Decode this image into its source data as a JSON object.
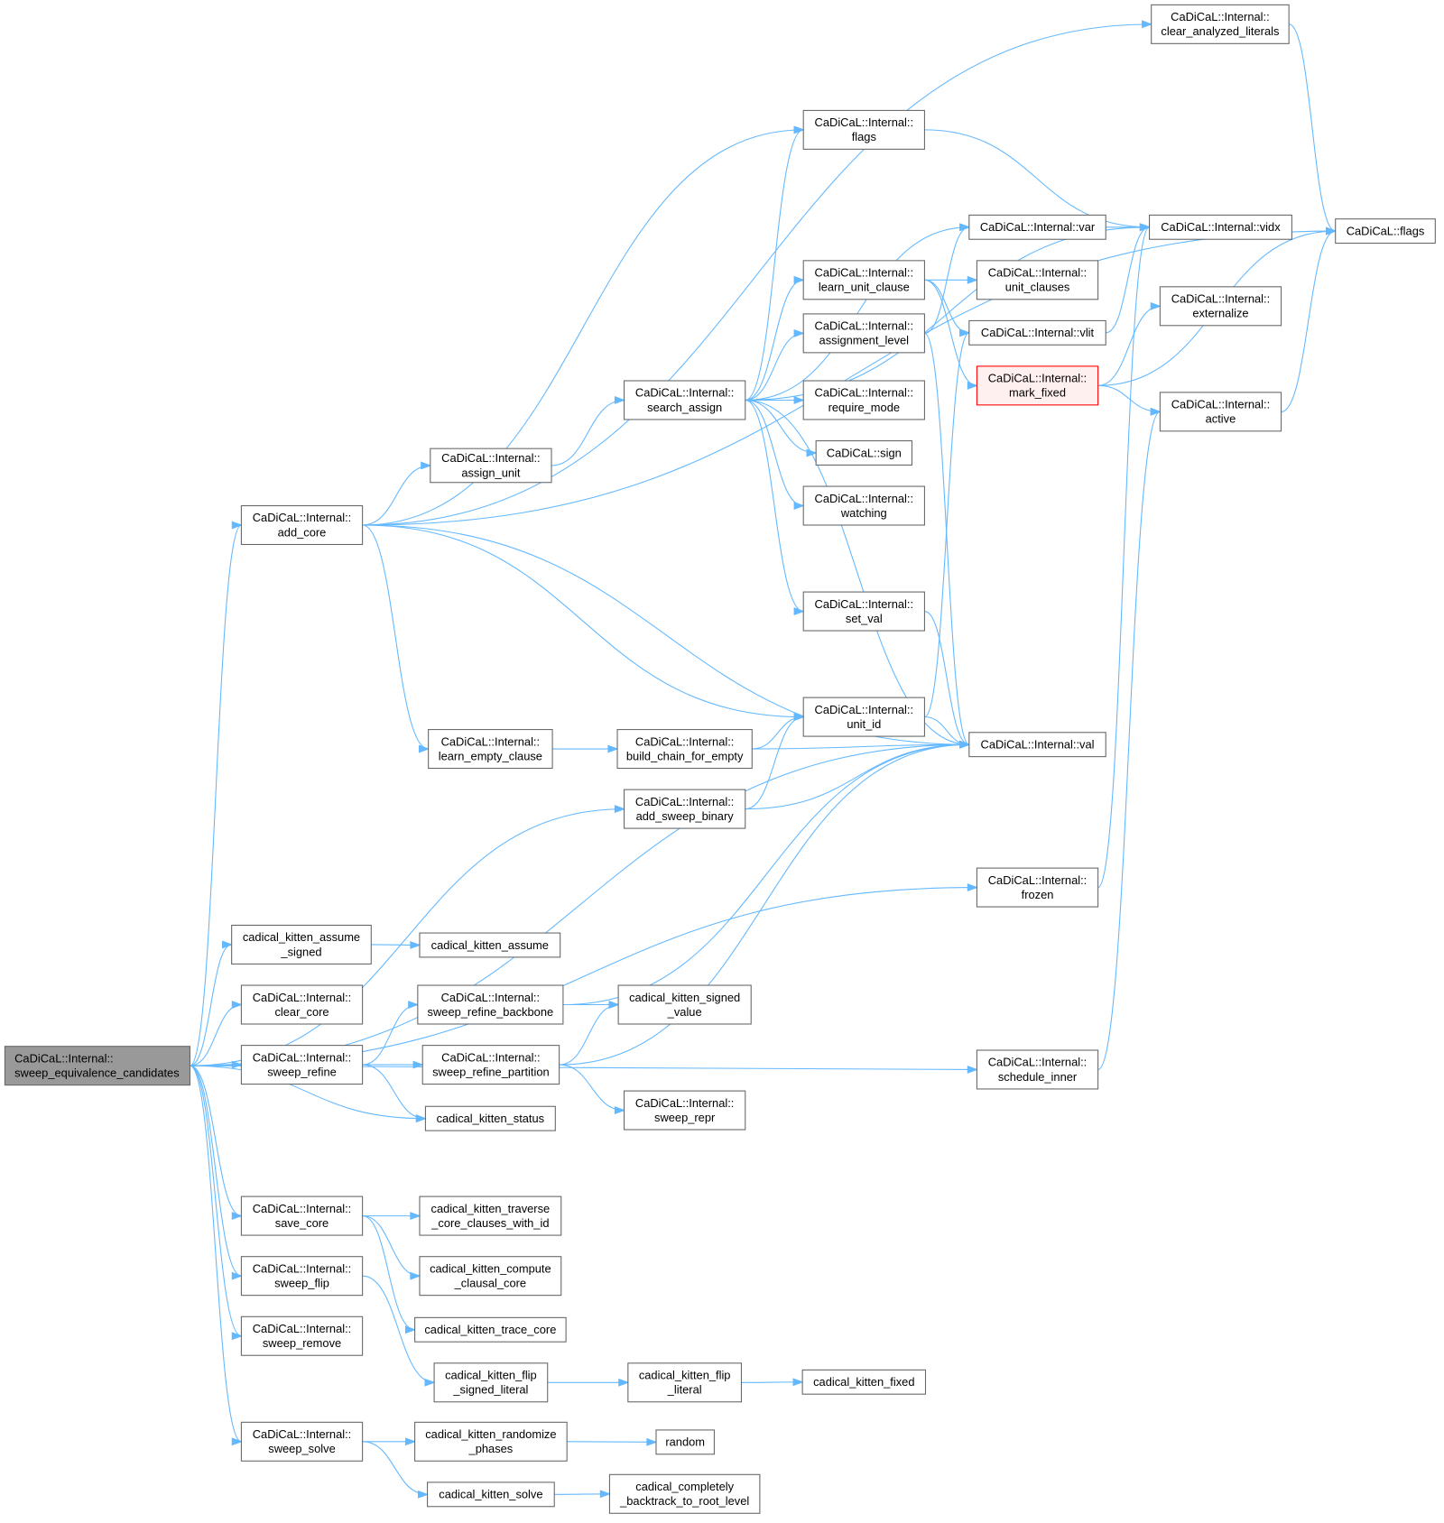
{
  "title": "CaDiCaL::Internal::sweep_equivalence_candidates call graph",
  "colors": {
    "edge": "#63b8ff",
    "main_fill": "#999999",
    "highlight_border": "#ff0000",
    "highlight_fill": "#fff0f0"
  },
  "nodes": {
    "main": [
      "CaDiCaL::Internal::",
      "sweep_equivalence_candidates"
    ],
    "add_core": [
      "CaDiCaL::Internal::",
      "add_core"
    ],
    "assign_unit": [
      "CaDiCaL::Internal::",
      "assign_unit"
    ],
    "search_assign": [
      "CaDiCaL::Internal::",
      "search_assign"
    ],
    "iflags": [
      "CaDiCaL::Internal::",
      "flags"
    ],
    "clear_analyzed": [
      "CaDiCaL::Internal::",
      "clear_analyzed_literals"
    ],
    "cflags": [
      "CaDiCaL::flags"
    ],
    "var": [
      "CaDiCaL::Internal::var"
    ],
    "vidx": [
      "CaDiCaL::Internal::vidx"
    ],
    "learn_unit": [
      "CaDiCaL::Internal::",
      "learn_unit_clause"
    ],
    "unit_clauses": [
      "CaDiCaL::Internal::",
      "unit_clauses"
    ],
    "assignment_level": [
      "CaDiCaL::Internal::",
      "assignment_level"
    ],
    "vlit": [
      "CaDiCaL::Internal::vlit"
    ],
    "externalize": [
      "CaDiCaL::Internal::",
      "externalize"
    ],
    "mark_fixed": [
      "CaDiCaL::Internal::",
      "mark_fixed"
    ],
    "active": [
      "CaDiCaL::Internal::",
      "active"
    ],
    "require_mode": [
      "CaDiCaL::Internal::",
      "require_mode"
    ],
    "sign": [
      "CaDiCaL::sign"
    ],
    "watching": [
      "CaDiCaL::Internal::",
      "watching"
    ],
    "set_val": [
      "CaDiCaL::Internal::",
      "set_val"
    ],
    "unit_id": [
      "CaDiCaL::Internal::",
      "unit_id"
    ],
    "val": [
      "CaDiCaL::Internal::val"
    ],
    "learn_empty": [
      "CaDiCaL::Internal::",
      "learn_empty_clause"
    ],
    "build_chain": [
      "CaDiCaL::Internal::",
      "build_chain_for_empty"
    ],
    "add_sweep_binary": [
      "CaDiCaL::Internal::",
      "add_sweep_binary"
    ],
    "frozen": [
      "CaDiCaL::Internal::",
      "frozen"
    ],
    "assume_signed": [
      "cadical_kitten_assume",
      "_signed"
    ],
    "kitten_assume": [
      "cadical_kitten_assume"
    ],
    "clear_core": [
      "CaDiCaL::Internal::",
      "clear_core"
    ],
    "backbone": [
      "CaDiCaL::Internal::",
      "sweep_refine_backbone"
    ],
    "signed_value": [
      "cadical_kitten_signed",
      "_value"
    ],
    "sweep_refine": [
      "CaDiCaL::Internal::",
      "sweep_refine"
    ],
    "partition": [
      "CaDiCaL::Internal::",
      "sweep_refine_partition"
    ],
    "schedule_inner": [
      "CaDiCaL::Internal::",
      "schedule_inner"
    ],
    "sweep_repr": [
      "CaDiCaL::Internal::",
      "sweep_repr"
    ],
    "kitten_status": [
      "cadical_kitten_status"
    ],
    "save_core": [
      "CaDiCaL::Internal::",
      "save_core"
    ],
    "traverse": [
      "cadical_kitten_traverse",
      "_core_clauses_with_id"
    ],
    "compute_core": [
      "cadical_kitten_compute",
      "_clausal_core"
    ],
    "sweep_flip": [
      "CaDiCaL::Internal::",
      "sweep_flip"
    ],
    "trace_core": [
      "cadical_kitten_trace_core"
    ],
    "sweep_remove": [
      "CaDiCaL::Internal::",
      "sweep_remove"
    ],
    "flip_signed": [
      "cadical_kitten_flip",
      "_signed_literal"
    ],
    "flip_literal": [
      "cadical_kitten_flip",
      "_literal"
    ],
    "kitten_fixed": [
      "cadical_kitten_fixed"
    ],
    "sweep_solve": [
      "CaDiCaL::Internal::",
      "sweep_solve"
    ],
    "randomize": [
      "cadical_kitten_randomize",
      "_phases"
    ],
    "random": [
      "random"
    ],
    "kitten_solve": [
      "cadical_kitten_solve"
    ],
    "backtrack": [
      "cadical_completely",
      "_backtrack_to_root_level"
    ]
  },
  "edges": [
    [
      "main",
      "add_core"
    ],
    [
      "main",
      "add_sweep_binary"
    ],
    [
      "main",
      "val"
    ],
    [
      "main",
      "frozen"
    ],
    [
      "main",
      "assume_signed"
    ],
    [
      "main",
      "clear_core"
    ],
    [
      "main",
      "sweep_refine"
    ],
    [
      "main",
      "kitten_status"
    ],
    [
      "main",
      "schedule_inner"
    ],
    [
      "main",
      "save_core"
    ],
    [
      "main",
      "sweep_flip"
    ],
    [
      "main",
      "sweep_remove"
    ],
    [
      "main",
      "sweep_solve"
    ],
    [
      "add_core",
      "clear_analyzed"
    ],
    [
      "add_core",
      "cflags"
    ],
    [
      "add_core",
      "iflags"
    ],
    [
      "add_core",
      "assign_unit"
    ],
    [
      "add_core",
      "val"
    ],
    [
      "add_core",
      "unit_id"
    ],
    [
      "add_core",
      "learn_empty"
    ],
    [
      "assign_unit",
      "search_assign"
    ],
    [
      "search_assign",
      "iflags"
    ],
    [
      "search_assign",
      "vidx"
    ],
    [
      "search_assign",
      "var"
    ],
    [
      "search_assign",
      "learn_unit"
    ],
    [
      "search_assign",
      "assignment_level"
    ],
    [
      "search_assign",
      "require_mode"
    ],
    [
      "search_assign",
      "sign"
    ],
    [
      "search_assign",
      "watching"
    ],
    [
      "search_assign",
      "set_val"
    ],
    [
      "search_assign",
      "val"
    ],
    [
      "iflags",
      "vidx"
    ],
    [
      "clear_analyzed",
      "cflags"
    ],
    [
      "var",
      "vidx"
    ],
    [
      "learn_unit",
      "unit_clauses"
    ],
    [
      "learn_unit",
      "vlit"
    ],
    [
      "learn_unit",
      "mark_fixed"
    ],
    [
      "assignment_level",
      "var"
    ],
    [
      "assignment_level",
      "val"
    ],
    [
      "vlit",
      "vidx"
    ],
    [
      "mark_fixed",
      "externalize"
    ],
    [
      "mark_fixed",
      "active"
    ],
    [
      "mark_fixed",
      "cflags"
    ],
    [
      "active",
      "cflags"
    ],
    [
      "set_val",
      "val"
    ],
    [
      "unit_id",
      "val"
    ],
    [
      "unit_id",
      "vlit"
    ],
    [
      "learn_empty",
      "build_chain"
    ],
    [
      "build_chain",
      "unit_id"
    ],
    [
      "build_chain",
      "val"
    ],
    [
      "add_sweep_binary",
      "unit_id"
    ],
    [
      "add_sweep_binary",
      "val"
    ],
    [
      "frozen",
      "vidx"
    ],
    [
      "assume_signed",
      "kitten_assume"
    ],
    [
      "sweep_refine",
      "backbone"
    ],
    [
      "sweep_refine",
      "partition"
    ],
    [
      "sweep_refine",
      "kitten_status"
    ],
    [
      "backbone",
      "signed_value"
    ],
    [
      "backbone",
      "val"
    ],
    [
      "partition",
      "signed_value"
    ],
    [
      "partition",
      "sweep_repr"
    ],
    [
      "partition",
      "val"
    ],
    [
      "schedule_inner",
      "active"
    ],
    [
      "save_core",
      "traverse"
    ],
    [
      "save_core",
      "compute_core"
    ],
    [
      "save_core",
      "trace_core"
    ],
    [
      "sweep_flip",
      "flip_signed"
    ],
    [
      "flip_signed",
      "flip_literal"
    ],
    [
      "flip_literal",
      "kitten_fixed"
    ],
    [
      "sweep_solve",
      "randomize"
    ],
    [
      "sweep_solve",
      "kitten_solve"
    ],
    [
      "randomize",
      "random"
    ],
    [
      "kitten_solve",
      "backtrack"
    ]
  ]
}
